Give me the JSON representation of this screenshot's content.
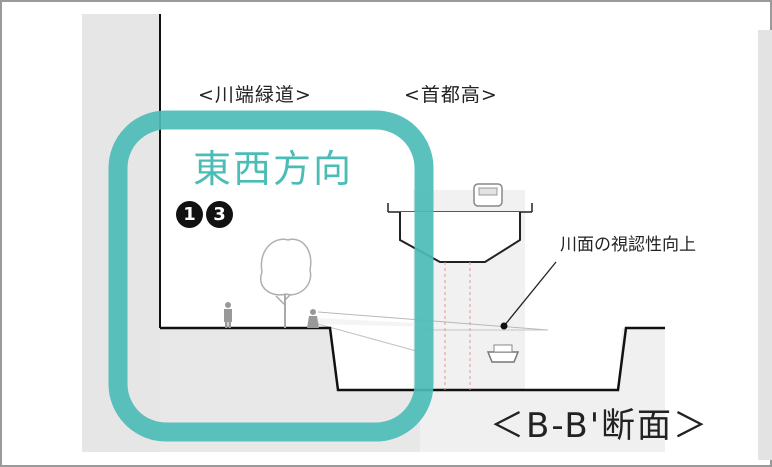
{
  "labels": {
    "kawabata": "<川端緑道>",
    "shutoko": "<首都高>",
    "direction": "東西方向",
    "annotation": "川面の視認性向上",
    "section": "＜B-B'断面＞"
  },
  "badges": [
    "1",
    "3"
  ],
  "colors": {
    "highlight": "#4cbcb7",
    "grey_fill": "#e6e6e6",
    "line": "#111111",
    "border": "#9a9a9a"
  },
  "icons": [
    "tree-icon",
    "person-icon",
    "car-icon",
    "boat-icon"
  ]
}
